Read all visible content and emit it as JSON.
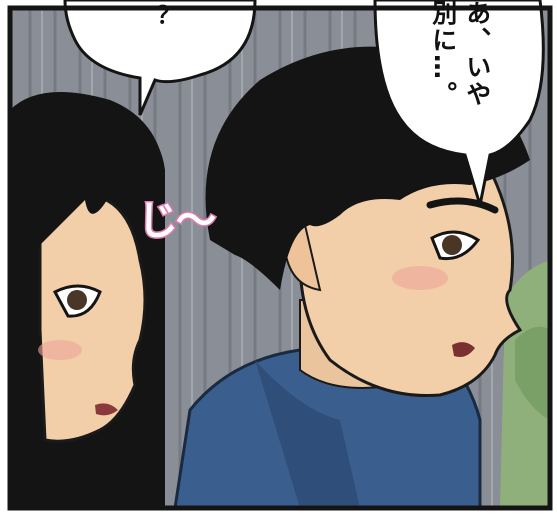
{
  "panel": {
    "speech_left": {
      "text": "？"
    },
    "speech_right": {
      "line1": "あ、いや",
      "line2": "別に…。"
    },
    "sfx": {
      "text": "じ〜",
      "color": "#e07ab2"
    }
  },
  "colors": {
    "wall": "#8a8e96",
    "hair": "#141414",
    "skin": "#f2cfa8",
    "shirt": "#3a5f8f",
    "foliage": "#8fb07a"
  }
}
